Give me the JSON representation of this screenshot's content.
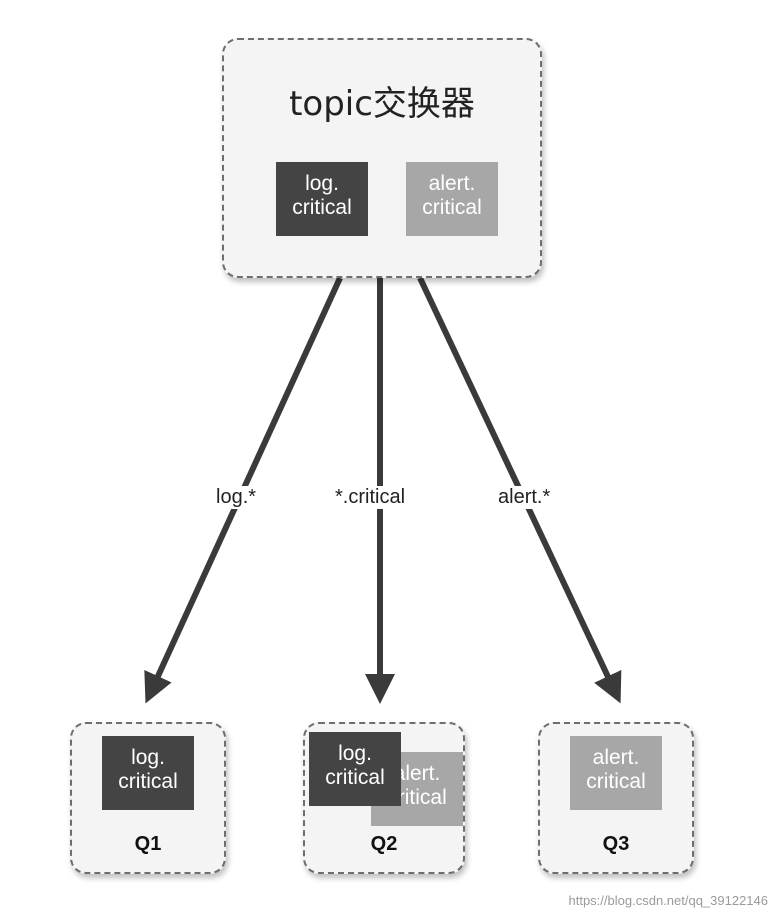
{
  "exchange": {
    "title": "topic交换器",
    "messages": [
      {
        "line1": "log.",
        "line2": "critical",
        "tone": "dark"
      },
      {
        "line1": "alert.",
        "line2": "critical",
        "tone": "light"
      }
    ]
  },
  "bindings": [
    {
      "label": "log.*",
      "target": "Q1"
    },
    {
      "label": "*.critical",
      "target": "Q2"
    },
    {
      "label": "alert.*",
      "target": "Q3"
    }
  ],
  "queues": [
    {
      "name": "Q1",
      "messages": [
        {
          "line1": "log.",
          "line2": "critical",
          "tone": "dark"
        }
      ]
    },
    {
      "name": "Q2",
      "messages": [
        {
          "line1": "log.",
          "line2": "critical",
          "tone": "dark"
        },
        {
          "line1": "alert.",
          "line2": "critical",
          "tone": "light"
        }
      ]
    },
    {
      "name": "Q3",
      "messages": [
        {
          "line1": "alert.",
          "line2": "critical",
          "tone": "light"
        }
      ]
    }
  ],
  "watermark": "https://blog.csdn.net/qq_39122146",
  "colors": {
    "dark_message": "#444444",
    "light_message": "#a7a7a7",
    "arrow": "#3a3a3a"
  }
}
